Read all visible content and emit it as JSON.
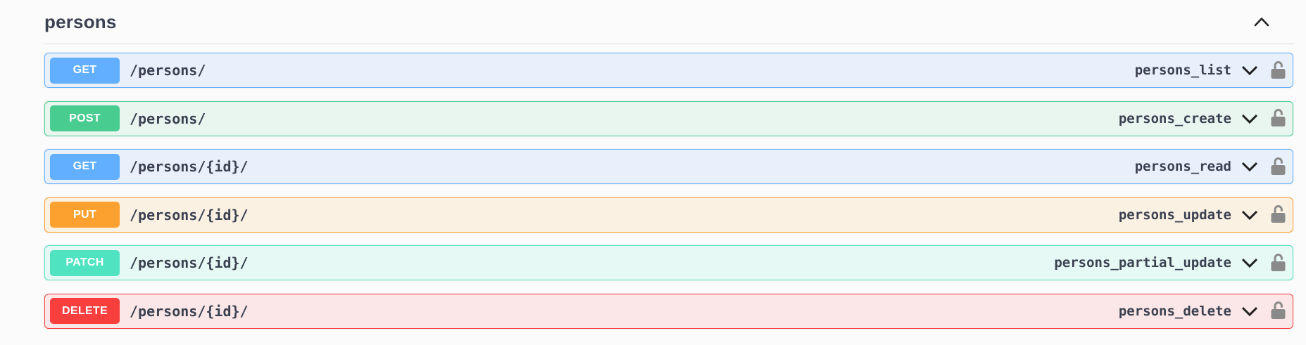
{
  "page": {
    "background_color": "#fbfbfb",
    "text_color": "#3b4151"
  },
  "header": {
    "title": "persons",
    "collapse_icon": "chevron-up-icon",
    "divider_color": "#d6d8dc"
  },
  "method_colors": {
    "get": "#61affe",
    "post": "#49cc90",
    "put": "#fca130",
    "patch": "#50e3c2",
    "delete": "#f93e3e"
  },
  "icons": {
    "row_expand": "chevron-down-icon",
    "auth": "unlocked-padlock-icon",
    "lock_color": "#8a8a8a",
    "arrow_color": "#212121"
  },
  "operations": [
    {
      "method": "GET",
      "path": "/persons/",
      "operation_id": "persons_list"
    },
    {
      "method": "POST",
      "path": "/persons/",
      "operation_id": "persons_create"
    },
    {
      "method": "GET",
      "path": "/persons/{id}/",
      "operation_id": "persons_read"
    },
    {
      "method": "PUT",
      "path": "/persons/{id}/",
      "operation_id": "persons_update"
    },
    {
      "method": "PATCH",
      "path": "/persons/{id}/",
      "operation_id": "persons_partial_update"
    },
    {
      "method": "DELETE",
      "path": "/persons/{id}/",
      "operation_id": "persons_delete"
    }
  ]
}
